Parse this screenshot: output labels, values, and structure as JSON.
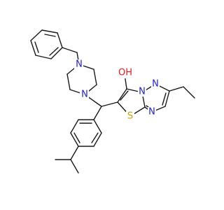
{
  "molecule": {
    "colors": {
      "bond": "#1a1a1a",
      "N": "#1f1fe0",
      "O": "#e01f1f",
      "S": "#c8a000",
      "background": "#ffffff"
    },
    "labels": {
      "n_piperazine_top": "N",
      "n_piperazine_bottom": "N",
      "oh": "OH",
      "n_bridge": "N",
      "n_triazole_2": "N",
      "n_triazole_4": "N",
      "s_thiazole": "S"
    }
  }
}
